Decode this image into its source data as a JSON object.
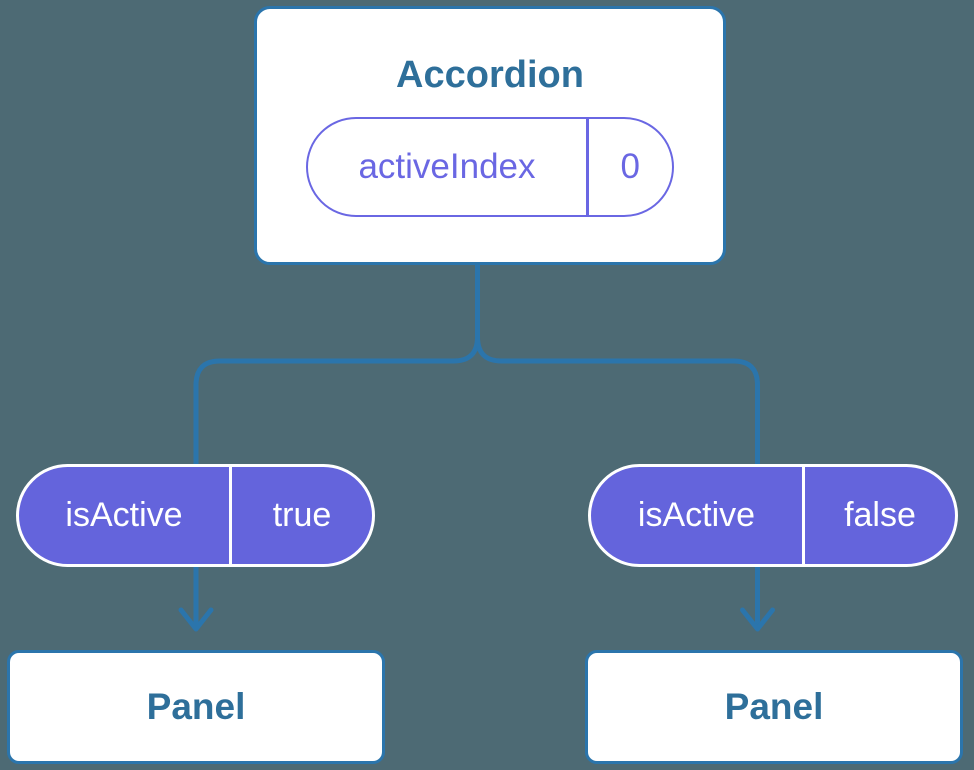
{
  "colors": {
    "background": "#4d6a74",
    "line": "#2b75ac",
    "card_bg": "#ffffff",
    "card_text": "#2e6f9a",
    "pill_purple_line": "#6a67e3",
    "pill_fill": "#6464dc"
  },
  "tree": {
    "root": {
      "title": "Accordion",
      "state": {
        "label": "activeIndex",
        "value": "0"
      }
    },
    "children": [
      {
        "prop": {
          "label": "isActive",
          "value": "true"
        },
        "component": "Panel"
      },
      {
        "prop": {
          "label": "isActive",
          "value": "false"
        },
        "component": "Panel"
      }
    ]
  }
}
